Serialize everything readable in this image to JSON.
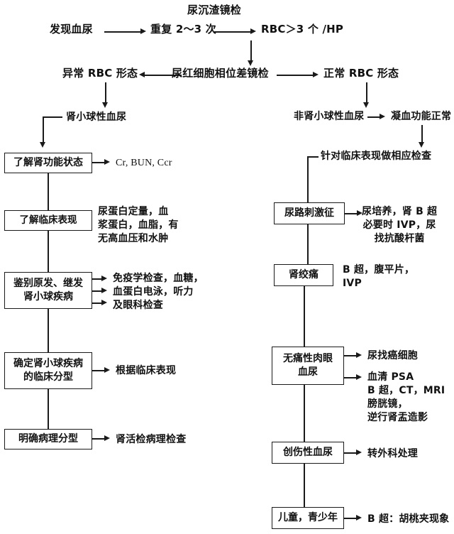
{
  "diagram": {
    "title": "尿沉渣镜检",
    "top_row": {
      "step1": "发现血尿",
      "step2": "重复 2～3 次",
      "step3": "RBC＞3 个 /HP"
    },
    "branch_row": {
      "left": "异常 RBC 形态",
      "center": "尿红细胞相位差镜检",
      "right": "正常 RBC 形态"
    },
    "left_branch": {
      "label": "肾小球性血尿",
      "nodes": [
        {
          "box": "了解肾功能状态",
          "output": "Cr, BUN, Ccr"
        },
        {
          "box": "了解临床表现",
          "output": "尿蛋白定量，血\n浆蛋白，血脂，有\n无高血压和水肿"
        },
        {
          "box": "鉴别原发、继发\n肾小球疾病",
          "output": "免疫学检查，血糖，\n血蛋白电泳，听力\n及眼科检查"
        },
        {
          "box": "确定肾小球疾病\n的临床分型",
          "output": "根据临床表现"
        },
        {
          "box": "明确病理分型",
          "output": "肾活检病理检查"
        }
      ]
    },
    "right_branch": {
      "label": "非肾小球性血尿",
      "label2": "凝血功能正常",
      "label3": "针对临床表现做相应检查",
      "nodes": [
        {
          "box": "尿路刺激征",
          "output": "尿培养，肾 B 超\n必要时 IVP，尿\n找抗酸杆菌"
        },
        {
          "box": "肾绞痛",
          "output": "B 超，腹平片，\nIVP"
        },
        {
          "box": "无痛性肉眼\n血尿",
          "output": "尿找癌细胞",
          "output2": "血清 PSA\nB 超，CT，MRI\n膀胱镜，\n逆行肾盂造影"
        },
        {
          "box": "创伤性血尿",
          "output": "转外科处理"
        },
        {
          "box": "儿童，青少年",
          "output": "B 超：胡桃夹现象"
        }
      ]
    },
    "colors": {
      "ink": "#1a1a1a",
      "background": "#ffffff"
    }
  }
}
